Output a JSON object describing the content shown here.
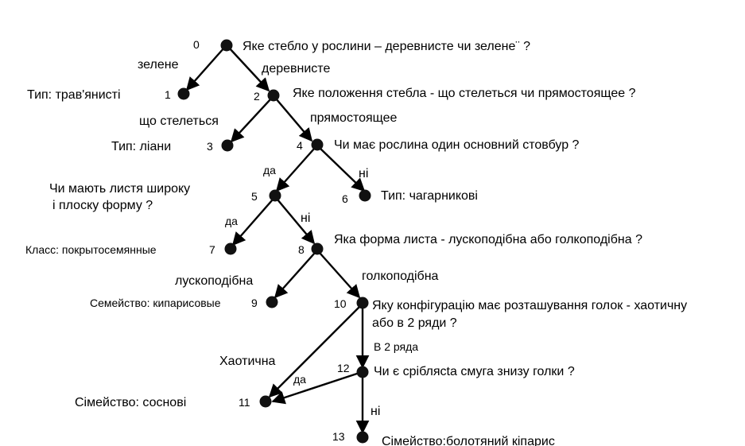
{
  "nodes": [
    {
      "id": "0",
      "number": "0",
      "text": "Яке стебло у рослини – деревнисте чи зелене¨ ?"
    },
    {
      "id": "1",
      "number": "1",
      "text": "Тип: трав'янисті"
    },
    {
      "id": "2",
      "number": "2",
      "text": "Яке положення стебла - що стелеться чи прямостоящее ?"
    },
    {
      "id": "3",
      "number": "3",
      "text": "Тип: ліани"
    },
    {
      "id": "4",
      "number": "4",
      "text": "Чи має рослина один основний стовбур ?"
    },
    {
      "id": "5",
      "number": "5",
      "text_line1": "Чи мають листя широку",
      "text_line2": "і плоску форму ?"
    },
    {
      "id": "6",
      "number": "6",
      "text": "Тип: чагарникові"
    },
    {
      "id": "7",
      "number": "7",
      "text": "Класс: покрытосемянные"
    },
    {
      "id": "8",
      "number": "8",
      "text": "Яка форма листа - лускоподібна або голкоподібна ?"
    },
    {
      "id": "9",
      "number": "9",
      "text": "Семейство: кипарисовые"
    },
    {
      "id": "10",
      "number": "10",
      "text_line1": "Яку конфігурацію має розташування голок - хаотичну",
      "text_line2": "або в 2 ряди ?"
    },
    {
      "id": "11",
      "number": "11",
      "text": "Сімейство: соснові"
    },
    {
      "id": "12",
      "number": "12",
      "text": "Чи є сріблясta смуга знизу голки ?"
    },
    {
      "id": "13",
      "number": "13",
      "text": "Сімейство:болотяний кіпарис"
    }
  ],
  "edges": [
    {
      "from": "0",
      "to": "1",
      "label": "зелене"
    },
    {
      "from": "0",
      "to": "2",
      "label": "деревнисте"
    },
    {
      "from": "2",
      "to": "3",
      "label": "що стелеться"
    },
    {
      "from": "2",
      "to": "4",
      "label": "прямостоящее"
    },
    {
      "from": "4",
      "to": "5",
      "label": "да"
    },
    {
      "from": "4",
      "to": "6",
      "label": "ні"
    },
    {
      "from": "5",
      "to": "7",
      "label": "да"
    },
    {
      "from": "5",
      "to": "8",
      "label": "ні"
    },
    {
      "from": "8",
      "to": "9",
      "label": "лускоподібна"
    },
    {
      "from": "8",
      "to": "10",
      "label": "голкоподібна"
    },
    {
      "from": "10",
      "to": "11",
      "label": "Хаотична"
    },
    {
      "from": "10",
      "to": "12",
      "label": "В 2 ряда"
    },
    {
      "from": "12",
      "to": "11",
      "label": "да"
    },
    {
      "from": "12",
      "to": "13",
      "label": "ні"
    }
  ]
}
